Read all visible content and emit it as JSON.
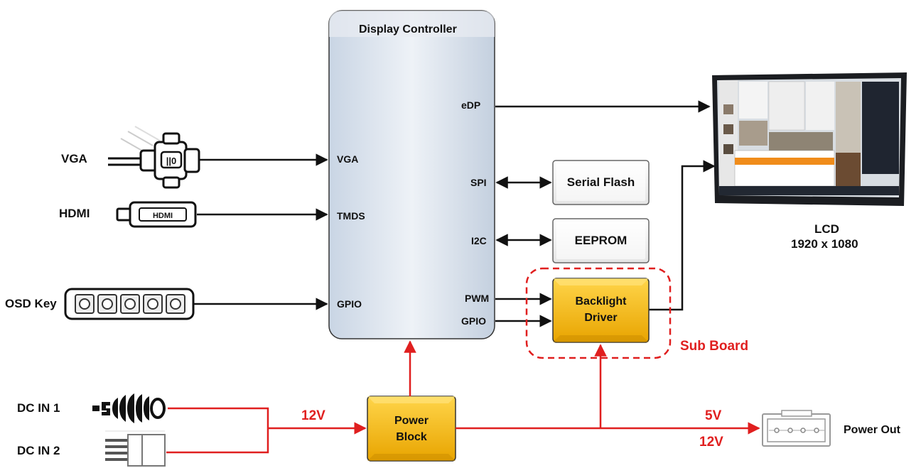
{
  "controller": {
    "title": "Display Controller",
    "ports_left": [
      "VGA",
      "TMDS",
      "GPIO"
    ],
    "ports_right": [
      "eDP",
      "SPI",
      "I2C",
      "PWM",
      "GPIO"
    ]
  },
  "inputs": {
    "vga": "VGA",
    "hdmi": "HDMI",
    "hdmi_logo": "HDMI",
    "osd": "OSD Key",
    "dc1": "DC IN 1",
    "dc2": "DC IN 2"
  },
  "peripherals": {
    "serial_flash": "Serial Flash",
    "eeprom": "EEPROM",
    "backlight_line1": "Backlight",
    "backlight_line2": "Driver",
    "power_line1": "Power",
    "power_line2": "Block"
  },
  "lcd": {
    "label": "LCD",
    "resolution": "1920 x 1080"
  },
  "sub_board": "Sub Board",
  "power": {
    "in_voltage": "12V",
    "out_5v": "5V",
    "out_12v": "12V",
    "out_label": "Power Out"
  },
  "colors": {
    "signal": "#111111",
    "power_line": "#e01f1f",
    "driver_fill": "#f2b90f",
    "controller_fill": "#d6e0ec"
  }
}
